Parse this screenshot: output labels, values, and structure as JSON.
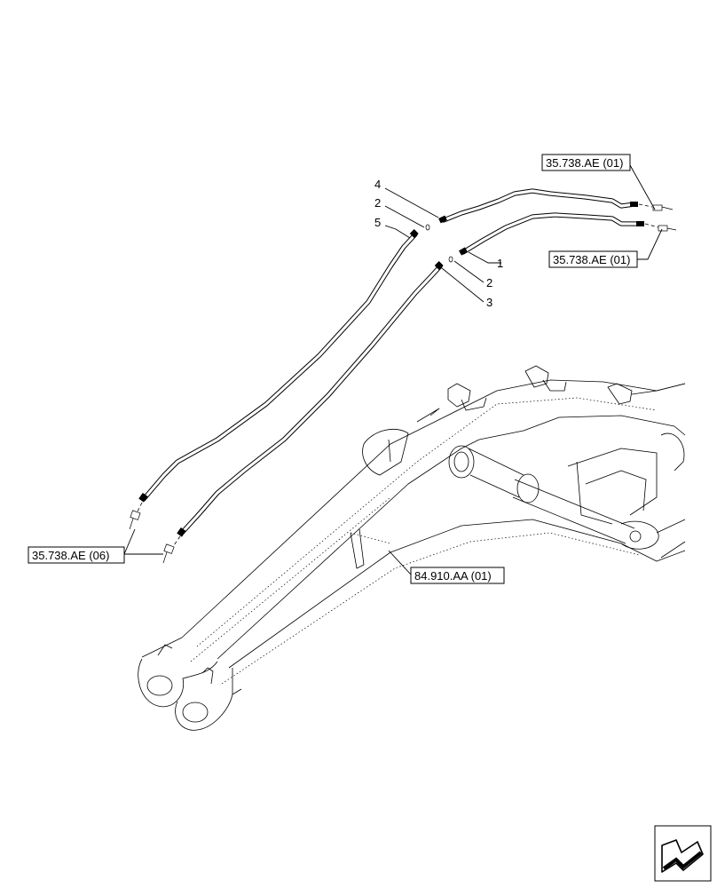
{
  "callouts": {
    "c1": "1",
    "c2a": "2",
    "c2b": "2",
    "c3": "3",
    "c4": "4",
    "c5": "5"
  },
  "references": {
    "ref_top": "35.738.AE (01)",
    "ref_mid": "35.738.AE (01)",
    "ref_left": "35.738.AE (06)",
    "ref_boom": "84.910.AA (01)"
  },
  "icons": {
    "nav": "direction-arrow-icon"
  }
}
